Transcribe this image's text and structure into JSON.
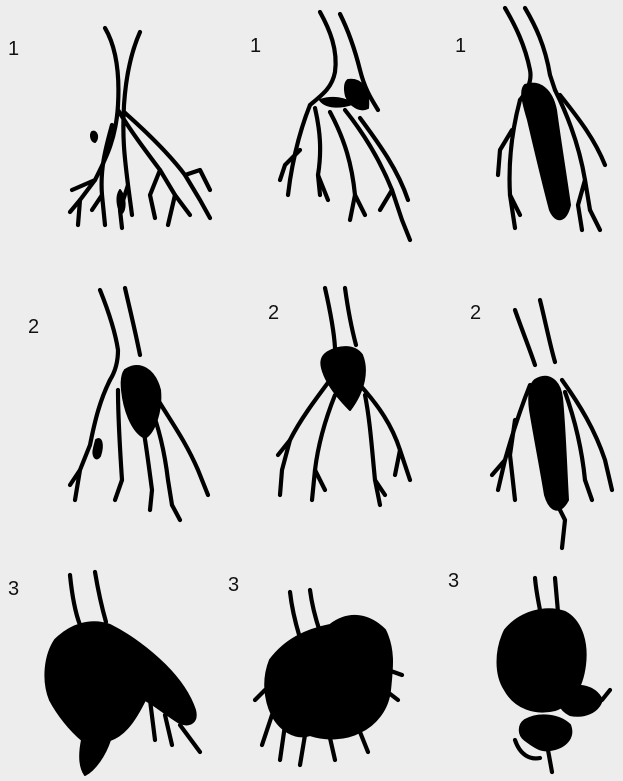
{
  "figure": {
    "panels": [
      {
        "row": 1,
        "col": 1,
        "label": "1"
      },
      {
        "row": 1,
        "col": 2,
        "label": "1"
      },
      {
        "row": 1,
        "col": 3,
        "label": "1"
      },
      {
        "row": 2,
        "col": 1,
        "label": "2"
      },
      {
        "row": 2,
        "col": 2,
        "label": "2"
      },
      {
        "row": 2,
        "col": 3,
        "label": "2"
      },
      {
        "row": 3,
        "col": 1,
        "label": "3"
      },
      {
        "row": 3,
        "col": 2,
        "label": "3"
      },
      {
        "row": 3,
        "col": 3,
        "label": "3"
      }
    ],
    "colors": {
      "background": "#ededed",
      "ink": "#000000"
    }
  }
}
